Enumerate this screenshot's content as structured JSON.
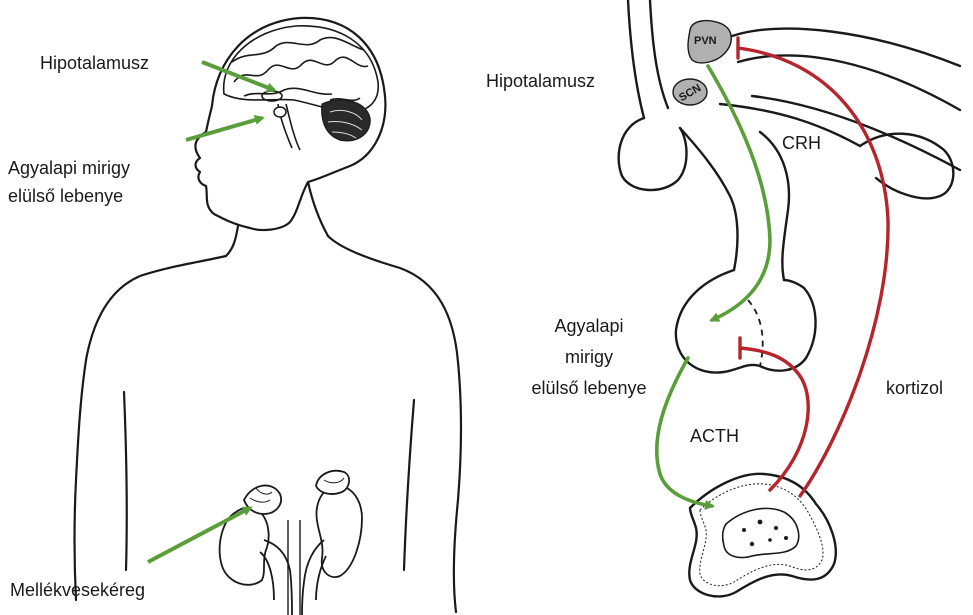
{
  "left_labels": {
    "hypothalamus": "Hipotalamusz",
    "pituitary_line1": "Agyalapi mirigy",
    "pituitary_line2": "elülső lebenye",
    "adrenal_cortex": "Mellékvesekéreg"
  },
  "right_labels": {
    "hypothalamus": "Hipotalamusz",
    "pvn": "PVN",
    "scn": "SCN",
    "crh": "CRH",
    "pituitary_line1": "Agyalapi",
    "pituitary_line2": "mirigy",
    "pituitary_line3": "elülső lebenye",
    "acth": "ACTH",
    "cortisol": "kortizol"
  },
  "colors": {
    "stimulation_arrow": "#5a9e3a",
    "inhibition_line": "#b5252b",
    "outline": "#1a1a1a",
    "nucleus_fill": "#b0b0b0"
  }
}
